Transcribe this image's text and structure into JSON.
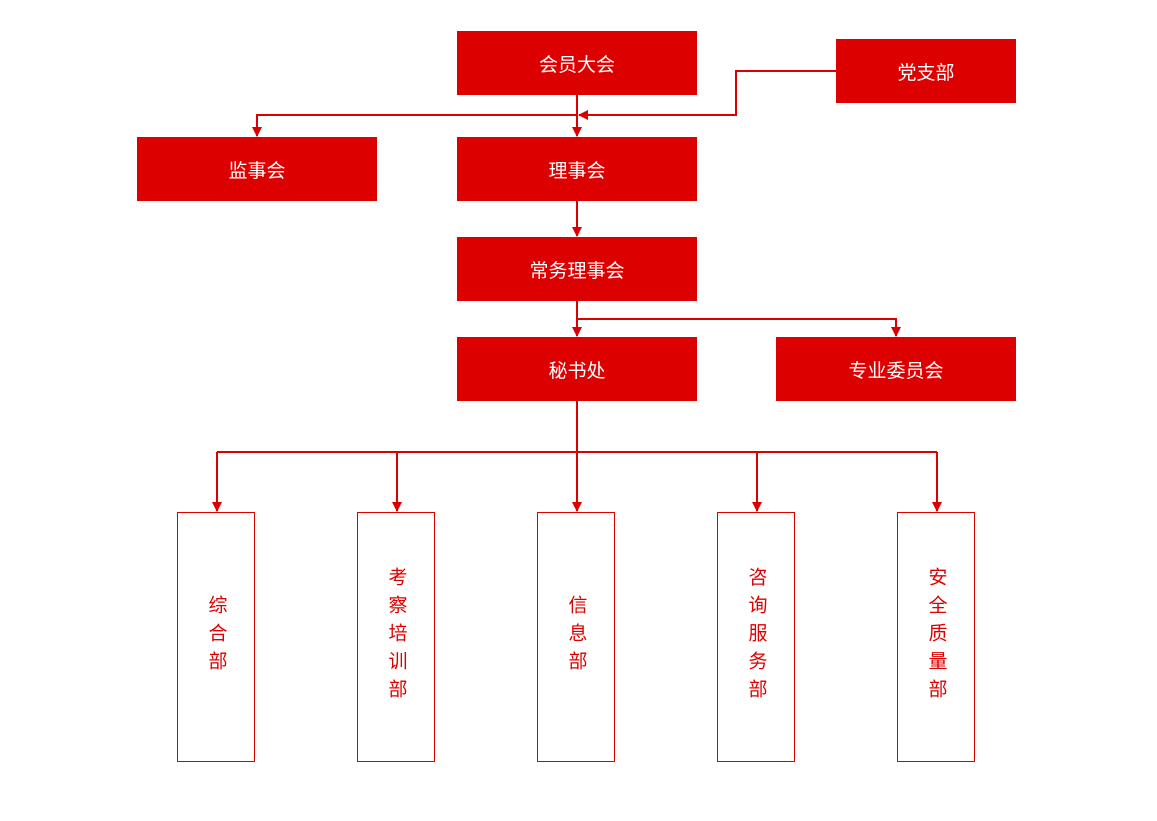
{
  "top": {
    "general_assembly": "会员大会",
    "party_branch": "党支部"
  },
  "council": {
    "supervisory_board": "监事会",
    "board": "理事会",
    "standing_board": "常务理事会"
  },
  "office": {
    "secretariat": "秘书处",
    "special_committee": "专业委员会"
  },
  "departments": [
    "综合部",
    "考察培训部",
    "信息部",
    "咨询服务部",
    "安全质量部"
  ],
  "colors": {
    "primary": "#dd0000",
    "background": "#ffffff"
  }
}
